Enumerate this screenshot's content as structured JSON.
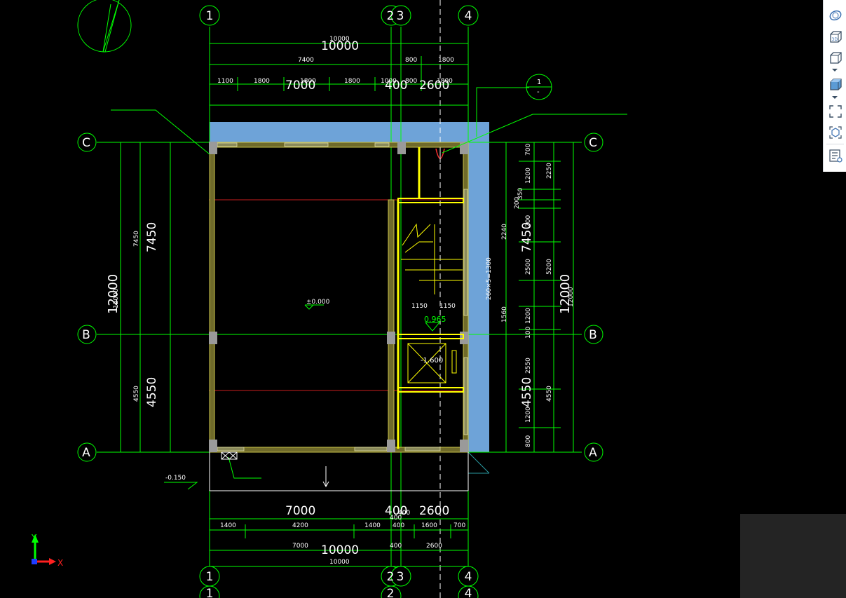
{
  "grid_axes": {
    "columns_top": [
      "1",
      "2",
      "3",
      "4"
    ],
    "columns_bottom": [
      "1",
      "2",
      "3",
      "4"
    ],
    "columns_bottom_sub": [
      "1",
      "2",
      "4"
    ],
    "rows": [
      "C",
      "B",
      "A"
    ]
  },
  "dims": {
    "top_total_small": "10000",
    "top_total_large": "10000",
    "top_row2": [
      "7400",
      "800",
      "1800"
    ],
    "top_row3": [
      "1100",
      "1800",
      "1800",
      "1800",
      "1000",
      "800",
      "1800"
    ],
    "top_bays": [
      "7000",
      "400",
      "2600"
    ],
    "bottom_bays": [
      "7000",
      "400",
      "2600"
    ],
    "bottom_row2": [
      "1400",
      "4200",
      "1400",
      "400",
      "1600",
      "700"
    ],
    "bottom_small_400a": "400",
    "bottom_small_400b": "400",
    "bottom_row3_small": [
      "7000",
      "400",
      "2600"
    ],
    "bottom_total_large": "10000",
    "bottom_total_small": "10000",
    "left_7450_small": "7450",
    "left_7450": "7450",
    "left_4550_small": "4550",
    "left_4550": "4550",
    "left_12000": "12000",
    "left_12000_small": "12000",
    "right_7450": "7450",
    "right_4550": "4550",
    "right_12000": "12000",
    "right_12000_small": "12000",
    "right_col1": [
      "700",
      "1200",
      "350",
      "200",
      "2240",
      "200",
      "2500",
      "1560",
      "1200",
      "100",
      "2550",
      "1200",
      "800"
    ],
    "right_col2": [
      "2250",
      "5200",
      "4550"
    ],
    "stair_note": "260×5=1300",
    "stair_widths": [
      "1150",
      "1150"
    ]
  },
  "levels": {
    "floor": "±0.000",
    "stair_landing": "0.965",
    "elevator_pit": "-1.600",
    "exterior": "-0.150"
  },
  "detail_mark": {
    "top": "1",
    "bottom": "-"
  },
  "ucs": {
    "y": "Y",
    "x": "X"
  },
  "toolbar": {
    "items": [
      "orbit-icon",
      "3d-view-icon",
      "view-cube-icon",
      "solid-box-icon",
      "fit-extents-icon",
      "component-icon",
      "properties-panel-icon"
    ],
    "label_3d": "3D"
  },
  "colors": {
    "background": "#000000",
    "dimension": "#00ff00",
    "wall_fill": "#6f6a2a",
    "wall_edge": "#c9c24a",
    "column": "#9a9a9a",
    "slab": "#6ea3d8",
    "grid_red": "#c81e1e",
    "stair_yellow": "#ffff00",
    "axis_white": "#ffffff"
  }
}
